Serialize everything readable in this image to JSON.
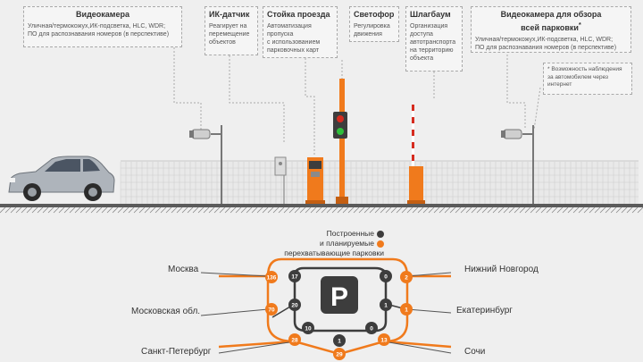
{
  "callouts": {
    "camera_left": {
      "title": "Видеокамера",
      "text": "Уличная/термокожух,ИК-подсветка, HLC, WDR;\nПО для распознавания номеров (в перспективе)"
    },
    "ir_sensor": {
      "title": "ИК-датчик",
      "text": "Реагирует на\nперемещение\nобъектов"
    },
    "entry_post": {
      "title": "Стойка проезда",
      "text": "Автоматизация\nпропуска\nс использованием\nпарковочных карт"
    },
    "traffic_light": {
      "title": "Светофор",
      "text": "Регулировка\nдвижения"
    },
    "barrier": {
      "title": "Шлагбаум",
      "text": "Организация\nдоступа\nавтотранспорта\nна территорию\nобъекта"
    },
    "camera_right": {
      "title": "Видеокамера для обзора\nвсей парковки",
      "title_mark": "*",
      "text": "Уличная/термокожух,ИК-подсветка, HLC, WDR;\nПО для распознавания номеров (в перспективе)"
    },
    "note": {
      "mark": "*",
      "text": "Возможность наблюдения\nза автомобилем через\nинтернет"
    }
  },
  "legend": {
    "built": "Построенные",
    "planned": "и планируемые",
    "caption": "перехватывающие парковки"
  },
  "parking_sign": "P",
  "colors": {
    "built": "#3d3d3d",
    "planned": "#f07a1c",
    "ground": "#5b5b5b",
    "text": "#333333"
  },
  "cities": [
    {
      "name": "Москва",
      "built": "17",
      "planned": "136"
    },
    {
      "name": "Московская обл.",
      "built": "20",
      "planned": "70"
    },
    {
      "name": "Санкт-Петербург",
      "built": "10",
      "planned": "28"
    },
    {
      "name": "Нижний Новгород",
      "built": "0",
      "planned": "2"
    },
    {
      "name": "Екатеринбург",
      "built": "1",
      "planned": "1"
    },
    {
      "name": "Сочи",
      "built": "0",
      "planned": "13"
    }
  ],
  "total": {
    "built": "1",
    "planned": "29"
  }
}
